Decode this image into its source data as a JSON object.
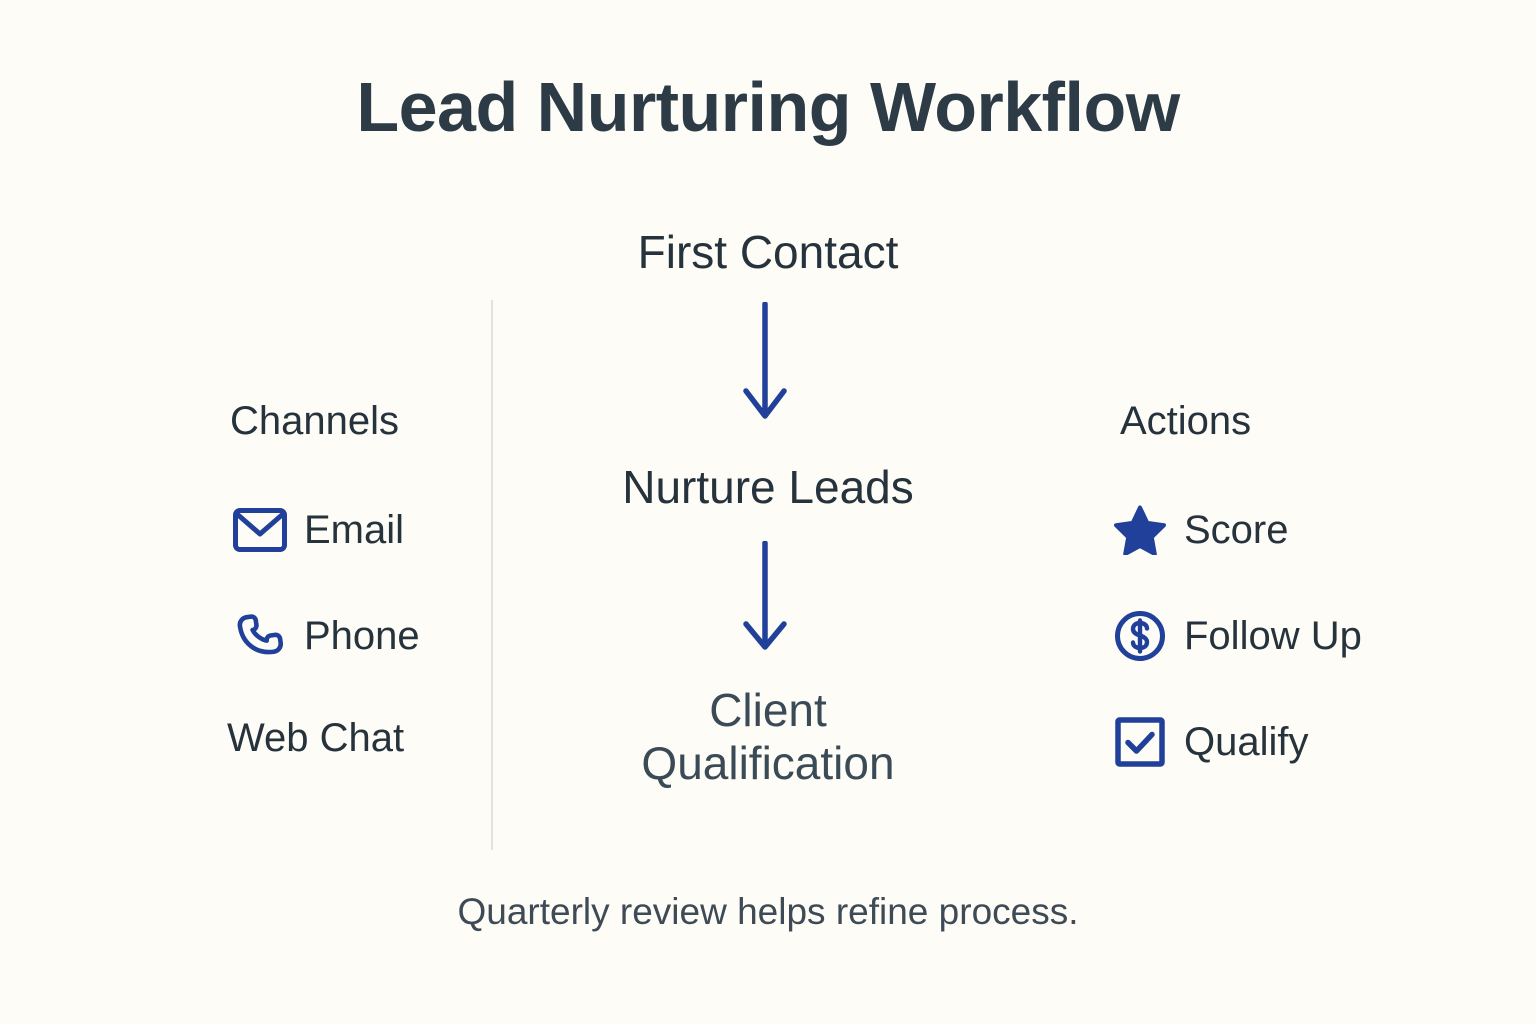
{
  "theme": {
    "background": "#fdfcf6",
    "text_dark": "#26323c",
    "title_color": "#2d3b47",
    "accent_blue": "#20409a",
    "divider_color": "#e4e2da",
    "footer_color": "#3e4a55"
  },
  "title": "Lead Nurturing Workflow",
  "left_column": {
    "header": "Channels",
    "items": [
      {
        "label": "Email",
        "icon": "envelope-icon"
      },
      {
        "label": "Phone",
        "icon": "phone-icon"
      },
      {
        "label": "Web Chat",
        "icon": "none"
      }
    ]
  },
  "center_flow": {
    "nodes": [
      {
        "label": "First Contact"
      },
      {
        "label": "Nurture Leads"
      },
      {
        "label": "Client\nQualification"
      }
    ],
    "connectors": [
      {
        "icon": "down-arrow-icon"
      },
      {
        "icon": "down-arrow-icon"
      }
    ]
  },
  "right_column": {
    "header": "Actions",
    "items": [
      {
        "label": "Score",
        "icon": "star-icon"
      },
      {
        "label": "Follow Up",
        "icon": "dollar-circle-icon"
      },
      {
        "label": "Qualify",
        "icon": "checkbox-checked-icon"
      }
    ]
  },
  "footer": "Quarterly review helps refine process."
}
